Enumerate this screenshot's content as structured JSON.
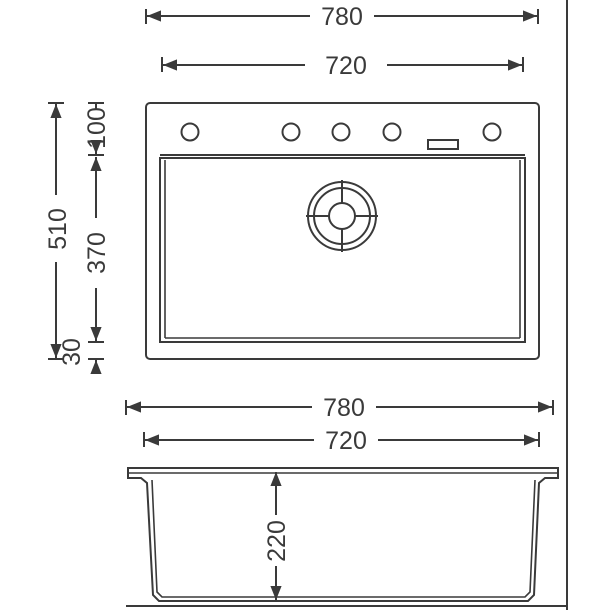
{
  "top_view": {
    "dimensions": {
      "overall_width": "780",
      "bowl_width": "720",
      "overall_depth": "510",
      "deck_depth": "100",
      "bowl_depth": "370",
      "front_rim": "30"
    }
  },
  "side_view": {
    "dimensions": {
      "overall_width": "780",
      "bowl_width": "720",
      "bowl_height": "220"
    }
  }
}
